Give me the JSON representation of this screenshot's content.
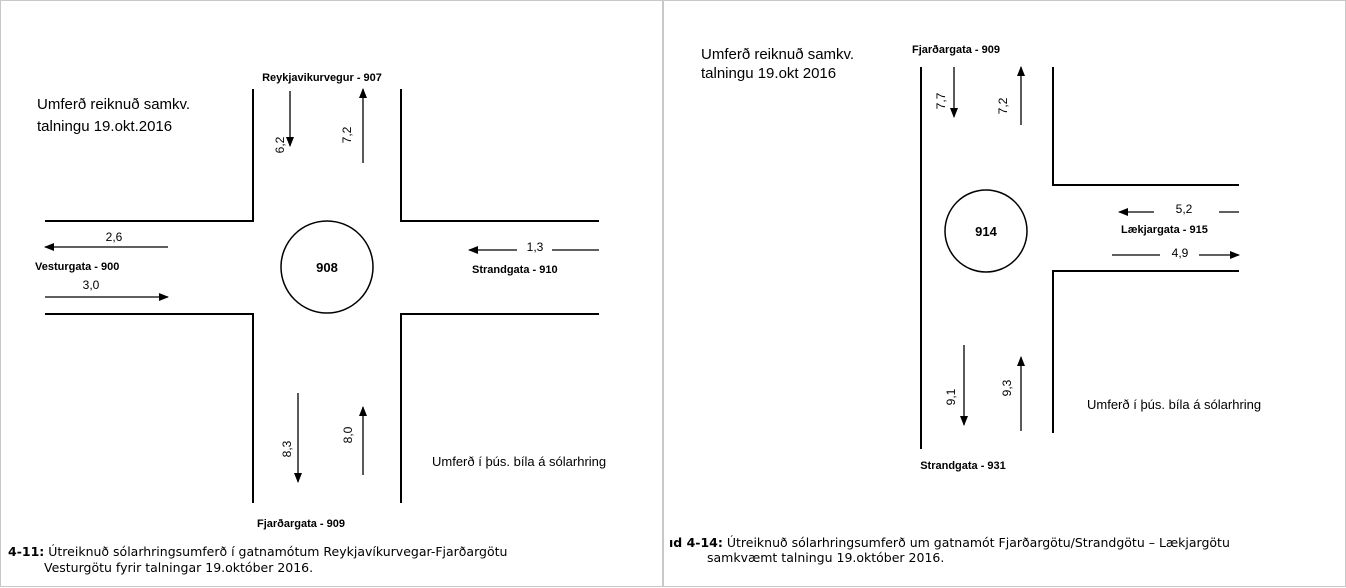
{
  "left": {
    "note_title_line1": "Umferð reiknuð samkv.",
    "note_title_line2": "talningu  19.okt.2016",
    "street_north": "Reykjavikurvegur  - 907",
    "street_south": "Fjarðargata - 909",
    "street_west": "Vesturgata - 900",
    "street_east": "Strandgata - 910",
    "roundabout_id": "908",
    "flows": {
      "north_down": "6,2",
      "north_up": "7,2",
      "west_out": "2,6",
      "west_in": "3,0",
      "east_in": "1,3",
      "south_down": "8,3",
      "south_up": "8,0"
    },
    "units_note": "Umferð  í þús. bíla á sólarhring",
    "caption_number": "4-11:",
    "caption_line1": " Útreiknuð  sólarhringsumferð  í  gatnamótum  Reykjavíkurvegar-Fjarðargötu",
    "caption_line2": "Vesturgötu fyrir talningar 19.október 2016."
  },
  "right": {
    "note_title_line1": "Umferð reiknuð samkv.",
    "note_title_line2": "talningu  19.okt 2016",
    "street_north": "Fjarðargata - 909",
    "street_east": "Lækjargata - 915",
    "street_south": "Strandgata - 931",
    "roundabout_id": "914",
    "flows": {
      "north_down": "7,7",
      "north_up": "7,2",
      "east_in": "5,2",
      "east_out": "4,9",
      "south_down": "9,1",
      "south_up": "9,3"
    },
    "units_note": "Umferð  í þús. bíla á sólarhring",
    "caption_number": "ıd 4-14:",
    "caption_line1": " Útreiknuð sólarhringsumferð um gatnamót Fjarðargötu/Strandgötu – Lækjargötu",
    "caption_line2": "samkvæmt talningu 19.október 2016."
  }
}
